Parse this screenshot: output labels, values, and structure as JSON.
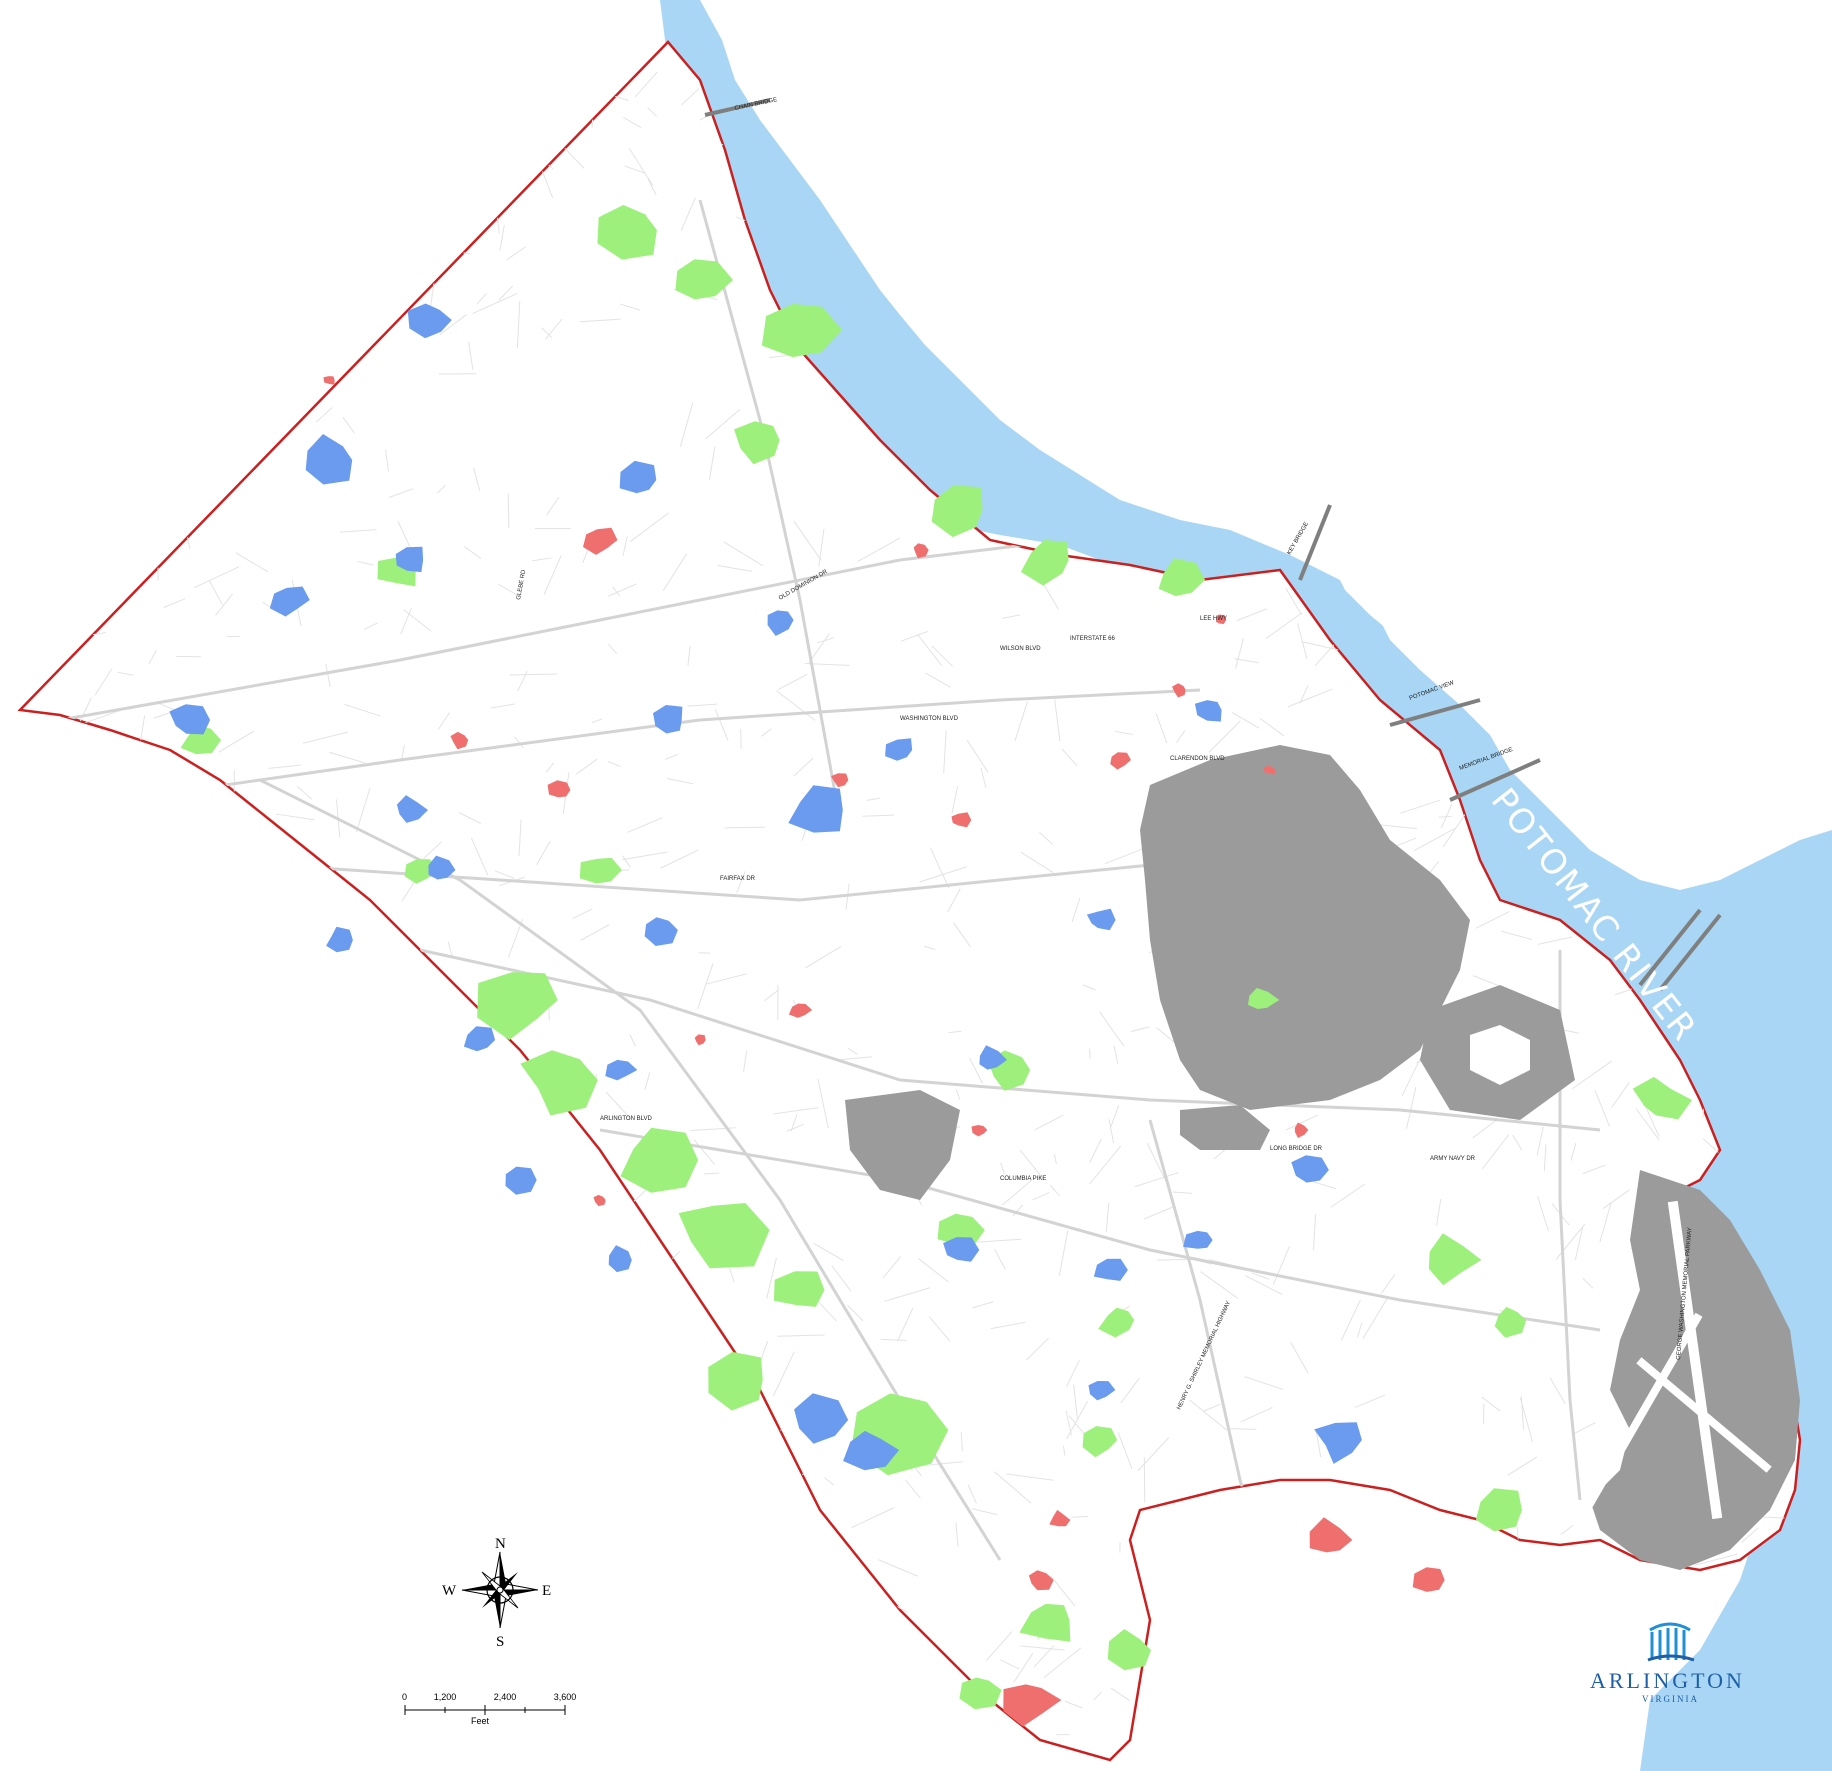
{
  "map": {
    "colors": {
      "boundary": "#cc1f1f",
      "water": "#a9d6f5",
      "park": "#9ef07c",
      "school": "#6a9bef",
      "county": "#ef6f6f",
      "federal": "#9b9b9b",
      "road": "#e3e3e3"
    },
    "water_label": "POTOMAC RIVER",
    "street_labels": [
      "CHAIN BRIDGE",
      "KEY BRIDGE",
      "MEMORIAL BRIDGE",
      "POTOMAC VIEW",
      "INTERSTATE 66",
      "LEE HWY",
      "WILSON BLVD",
      "WASHINGTON BLVD",
      "ARLINGTON BLVD",
      "COLUMBIA PIKE",
      "FAIRFAX DR",
      "GLEBE RD",
      "GEORGE WASHINGTON MEMORIAL PARKWAY",
      "HENRY G. SHIRLEY MEMORIAL HIGHWAY",
      "CLARENDON BLVD",
      "OLD DOMINION DR",
      "LONG BRIDGE DR",
      "ARMY NAVY DR"
    ]
  },
  "compass": {
    "north": "N",
    "south": "S",
    "east": "E",
    "west": "W"
  },
  "scale_bar": {
    "ticks": [
      "0",
      "1,200",
      "2,400",
      "3,600"
    ],
    "unit": "Feet"
  },
  "logo": {
    "name": "ARLINGTON",
    "subtitle": "VIRGINIA",
    "icon": "arlington-house-columns-icon"
  }
}
